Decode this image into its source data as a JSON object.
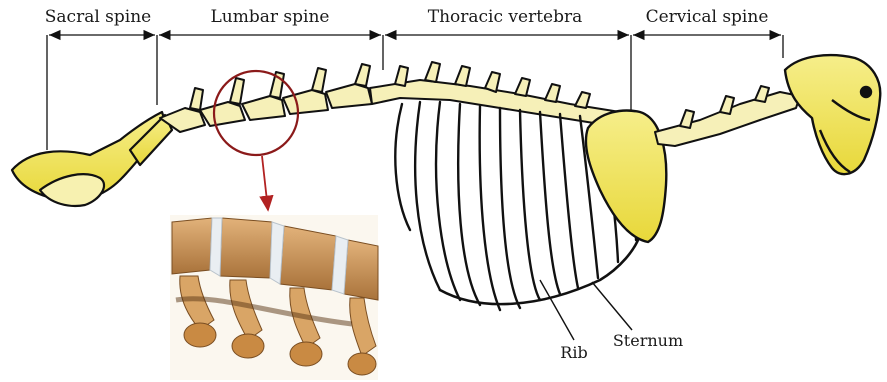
{
  "regions": {
    "sacral": "Sacral spine",
    "lumbar": "Lumbar spine",
    "thoracic": "Thoracic vertebra",
    "cervical": "Cervical spine"
  },
  "callouts": {
    "rib": "Rib",
    "sternum": "Sternum"
  },
  "colors": {
    "bone": "#f2e65a",
    "outline": "#111111",
    "magnifier_circle": "#8b1a1a",
    "arrow": "#b22222",
    "inset_bone": "#c9904f",
    "inset_disc": "#e9eef2"
  }
}
